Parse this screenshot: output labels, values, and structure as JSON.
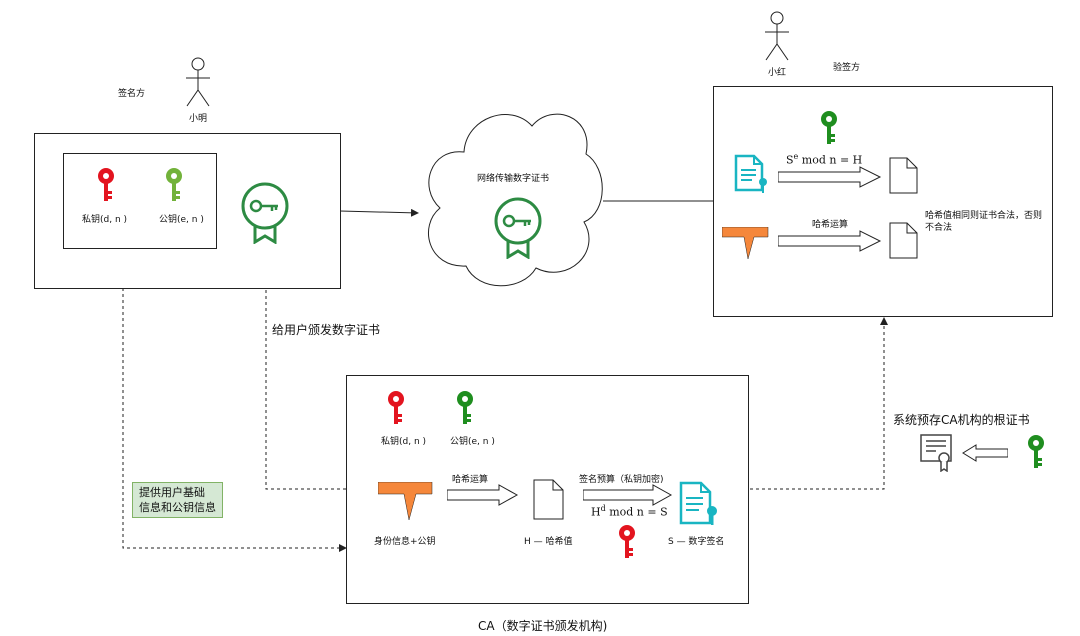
{
  "signer": {
    "role": "签名方",
    "name": "小明",
    "private_key": "私钥(d, n )",
    "public_key": "公钥(e, n )"
  },
  "verifier": {
    "name": "小红",
    "role": "验签方",
    "formula": "S^e mod n = H",
    "hash_op": "哈希运算",
    "compare_note_line1": "哈希值相同则证书合法，否则",
    "compare_note_line2": "不合法"
  },
  "network": {
    "label": "网络传输数字证书"
  },
  "issue_label": "给用户颁发数字证书",
  "provide_label_line1": "提供用户基础",
  "provide_label_line2": "信息和公钥信息",
  "preset_root_label": "系统预存CA机构的根证书",
  "ca": {
    "title": "CA（数字证书颁发机构)",
    "private_key": "私钥(d, n )",
    "public_key": "公钥(e, n )",
    "hash_op": "哈希运算",
    "sign_op": "签名预算（私钥加密)",
    "formula": "H^d mod n = S",
    "identity_label": "身份信息+公钥",
    "hash_label": "H  — 哈希值",
    "sig_label": "S  —  数字签名"
  },
  "colors": {
    "red_key": "#e3141f",
    "green_key": "#1f8e1f",
    "light_green_key": "#72b23a",
    "cert_green": "#2d8b43",
    "teal_doc": "#19b5c2",
    "orange": "#f5873b"
  }
}
